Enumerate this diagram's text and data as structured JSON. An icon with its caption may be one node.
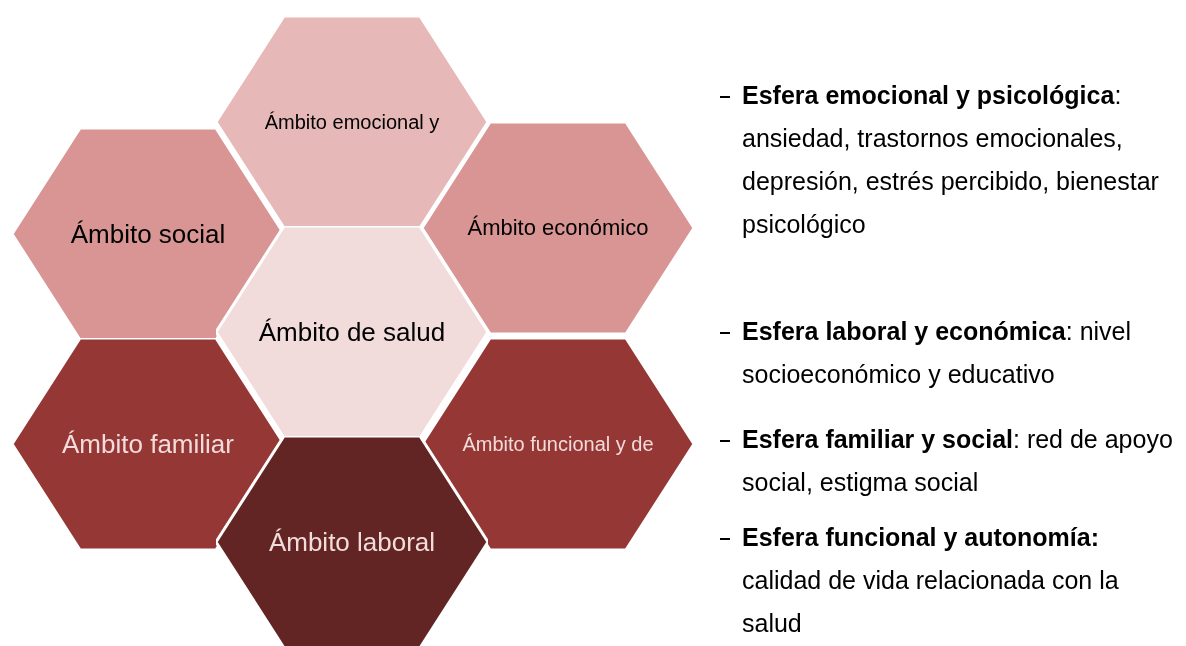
{
  "diagram": {
    "nodes": [
      {
        "text": [
          "Ámbito emocional y"
        ]
      },
      {
        "text": [
          "Ámbito social"
        ]
      },
      {
        "text": [
          "Ámbito económico"
        ]
      },
      {
        "text": [
          "Ámbito de salud"
        ]
      },
      {
        "text": [
          "Ámbito familiar"
        ]
      },
      {
        "text": [
          "Ámbito funcional y de"
        ]
      },
      {
        "text": [
          "Ámbito laboral"
        ]
      }
    ],
    "edges": [],
    "labels": [
      "**Esfera emocional y psicológica**: ansiedad, trastornos emocionales, depresión, estrés percibido, bienestar psicológico",
      "**Esfera laboral y económica**: nivel socioeconómico y educativo",
      "**Esfera familiar y social**: red de apoyo social, estigma social",
      "**Esfera funcional y autonomía:** calidad de vida relacionada con la salud"
    ]
  }
}
